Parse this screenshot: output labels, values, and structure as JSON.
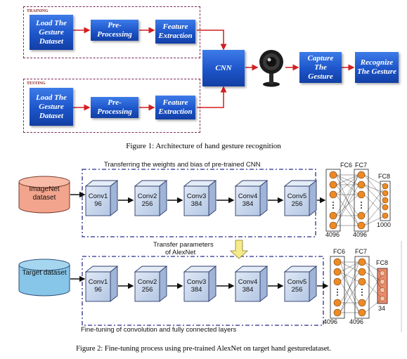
{
  "figure1": {
    "training_label": "TRAINING",
    "testing_label": "TESTING",
    "load_dataset": "Load The Gesture Dataset",
    "preprocessing": "Pre-Processing",
    "feature_extraction": "Feature Extraction",
    "cnn": "CNN",
    "capture": "Capture The Gesture",
    "recognize": "Recognize The Gesture",
    "caption": "Figure 1: Architecture of hand gesture recognition",
    "colors": {
      "box": "#1d55c9",
      "arrow": "#d21f1f"
    }
  },
  "figure2": {
    "top_title": "Transferring the weights and bias of pre-trained CNN",
    "imagenet": "ImageNet dataset",
    "target": "Target dataset",
    "top_convs": [
      {
        "name": "Conv1",
        "size": "96"
      },
      {
        "name": "Conv2",
        "size": "256"
      },
      {
        "name": "Conv3",
        "size": "384"
      },
      {
        "name": "Conv4",
        "size": "384"
      },
      {
        "name": "Conv5",
        "size": "256"
      }
    ],
    "bottom_convs": [
      {
        "name": "Conv1",
        "size": "96"
      },
      {
        "name": "Conv2",
        "size": "256"
      },
      {
        "name": "Conv3",
        "size": "384"
      },
      {
        "name": "Conv4",
        "size": "384"
      },
      {
        "name": "Conv5",
        "size": "256"
      }
    ],
    "fc6": "FC6",
    "fc7": "FC7",
    "fc8": "FC8",
    "top_fc6_count": "4096",
    "top_fc7_count": "4096",
    "top_fc8_count": "1000",
    "bottom_fc6_count": "4096",
    "bottom_fc7_count": "4096",
    "bottom_fc8_count": "34",
    "transfer_line1": "Transfer parameters",
    "transfer_line2": "of AlexNet",
    "finetune": "Fine-tuning of convolution  and fully connected layers",
    "caption": "Figure 2: Fine-tuning process using pre-trained AlexNet on target hand gesturedataset.",
    "colors": {
      "imagenet": "#f3a48c",
      "target": "#87c6e8",
      "conv": "#c9d7ec",
      "node": "#ee8a24",
      "fc8_target": "#ee8a6a"
    }
  }
}
